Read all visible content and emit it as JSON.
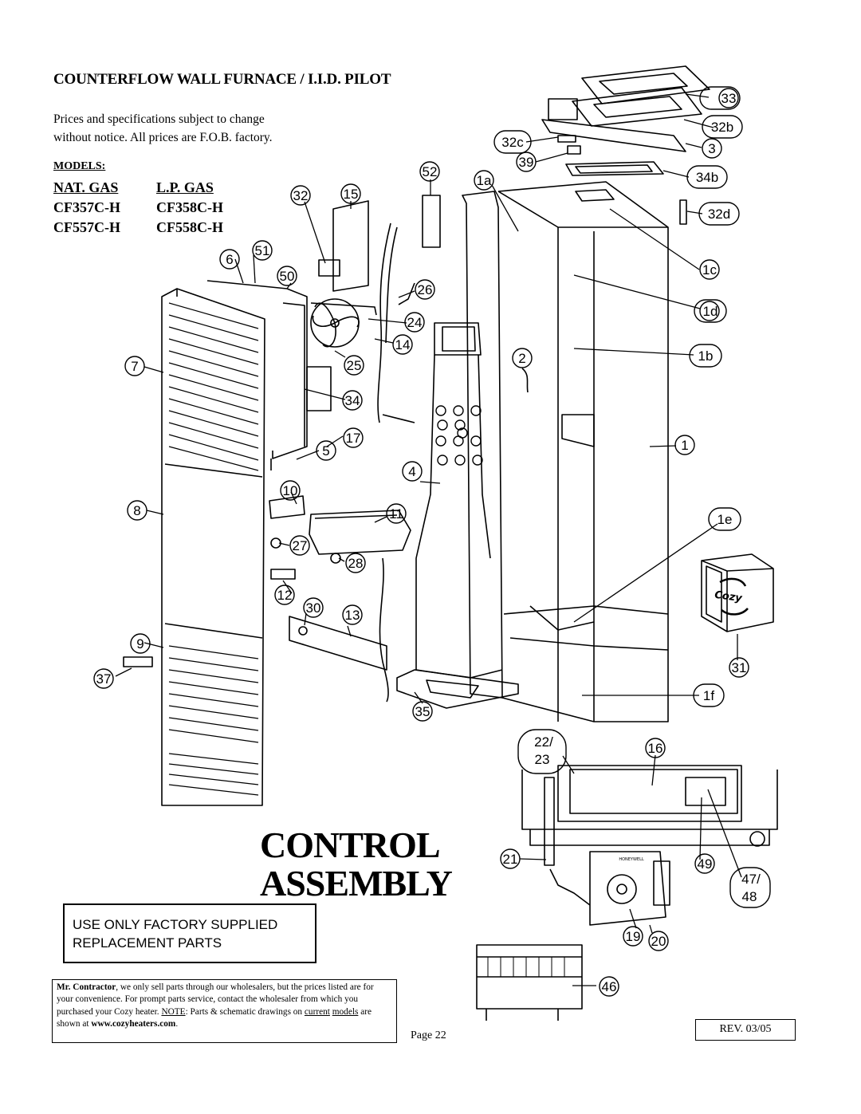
{
  "title": "COUNTERFLOW WALL FURNACE / I.I.D. PILOT",
  "notice": [
    "Prices and specifications subject to change",
    "without notice.  All prices are F.O.B. factory."
  ],
  "models": {
    "heading": "MODELS:",
    "nat_gas": {
      "header": "NAT. GAS",
      "items": [
        "CF357C-H",
        "CF557C-H"
      ]
    },
    "lp_gas": {
      "header": "L.P. GAS",
      "items": [
        "CF358C-H",
        "CF558C-H"
      ]
    }
  },
  "section_title": [
    "CONTROL",
    "ASSEMBLY"
  ],
  "warning": [
    "USE ONLY FACTORY SUPPLIED",
    "REPLACEMENT PARTS"
  ],
  "contractor_note": {
    "bold": "Mr. Contractor",
    "text1": ", we only sell parts through our wholesalers, but the prices listed are for your convenience.  For prompt parts service, contact the wholesaler from which you purchased your Cozy heater.  ",
    "note_label": "NOTE",
    "text2": ":  Parts & schematic drawings on ",
    "current": "current",
    "models_word": "models",
    "text3": " are shown at ",
    "url": "www.cozyheaters.com",
    "end": "."
  },
  "page": "Page 22",
  "revision": "REV. 03/05",
  "brand_logo": "Cozy",
  "valve_brand": "HONEYWELL",
  "part_labels": [
    "33",
    "32b",
    "3",
    "32c",
    "39",
    "34b",
    "52",
    "1a",
    "32d",
    "32",
    "15",
    "6",
    "51",
    "1c",
    "50",
    "26",
    "1d",
    "24",
    "14",
    "2",
    "1b",
    "7",
    "25",
    "34",
    "17",
    "1",
    "5",
    "4",
    "10",
    "8",
    "11",
    "1e",
    "27",
    "28",
    "12",
    "30",
    "13",
    "9",
    "31",
    "37",
    "1f",
    "35",
    "22/",
    "23",
    "16",
    "21",
    "49",
    "47/",
    "48",
    "19",
    "20",
    "46"
  ]
}
